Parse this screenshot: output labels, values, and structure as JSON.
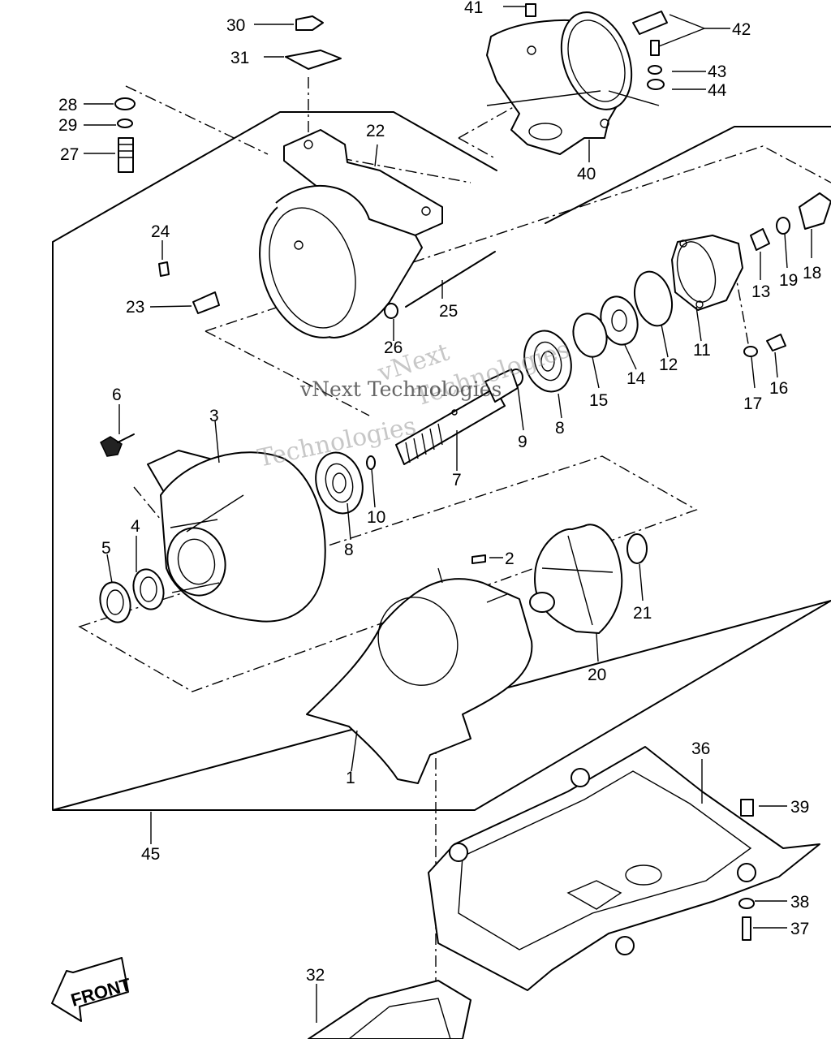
{
  "diagram": {
    "labels": {
      "p1": "1",
      "p2": "2",
      "p3": "3",
      "p4": "4",
      "p5": "5",
      "p6": "6",
      "p7": "7",
      "p8a": "8",
      "p8b": "8",
      "p9": "9",
      "p10": "10",
      "p11": "11",
      "p12": "12",
      "p13": "13",
      "p14": "14",
      "p15": "15",
      "p16": "16",
      "p17": "17",
      "p18": "18",
      "p19": "19",
      "p20": "20",
      "p21": "21",
      "p22": "22",
      "p23": "23",
      "p24": "24",
      "p25": "25",
      "p26": "26",
      "p27": "27",
      "p28": "28",
      "p29": "29",
      "p30": "30",
      "p31": "31",
      "p32": "32",
      "p36": "36",
      "p37": "37",
      "p38": "38",
      "p39": "39",
      "p40": "40",
      "p41": "41",
      "p42": "42",
      "p43": "43",
      "p44": "44",
      "p45": "45"
    },
    "front_label": "FRONT",
    "watermark": {
      "line1": "vNext",
      "line2": "Technologies",
      "line3": "vNext Technologies",
      "line4": "Technologies"
    }
  }
}
